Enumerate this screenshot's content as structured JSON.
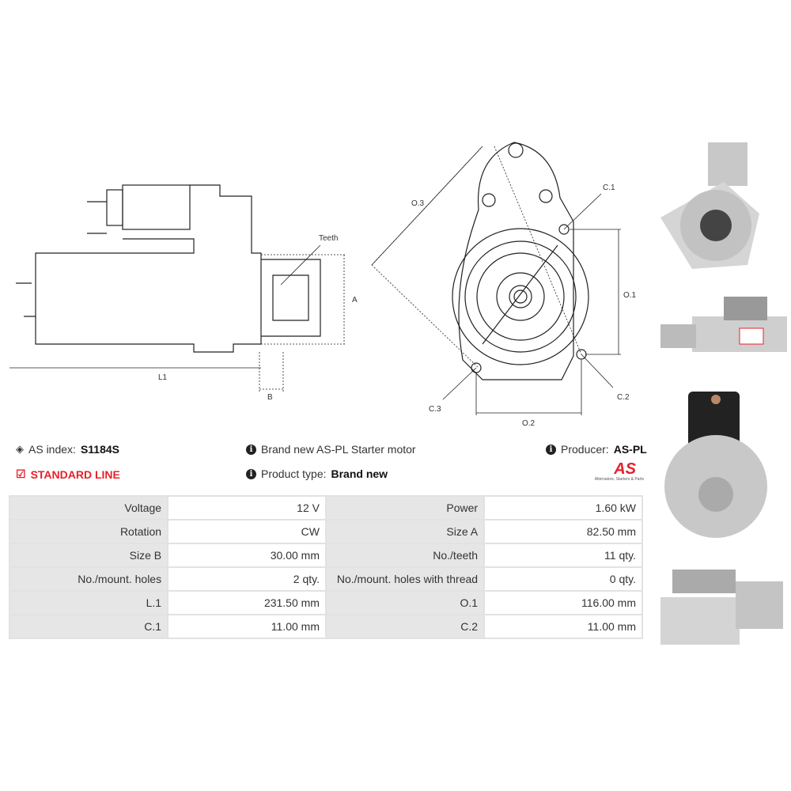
{
  "diagram": {
    "side_labels": {
      "teeth": "Teeth",
      "a": "A",
      "l1": "L1",
      "b": "B"
    },
    "front_labels": {
      "o3": "O.3",
      "c1": "C.1",
      "o1": "O.1",
      "c2": "C.2",
      "c3": "C.3",
      "o2": "O.2"
    }
  },
  "info": {
    "as_index_label": "AS index:",
    "as_index_value": "S1184S",
    "line": "STANDARD LINE",
    "description": "Brand new AS-PL Starter motor",
    "product_type_label": "Product type:",
    "product_type_value": "Brand new",
    "producer_label": "Producer:",
    "producer_value": "AS-PL",
    "logo_text": "AS",
    "logo_tagline": "Alternators, Starters & Parts"
  },
  "specs": [
    {
      "l1": "Voltage",
      "v1": "12 V",
      "l2": "Power",
      "v2": "1.60 kW"
    },
    {
      "l1": "Rotation",
      "v1": "CW",
      "l2": "Size A",
      "v2": "82.50 mm"
    },
    {
      "l1": "Size B",
      "v1": "30.00 mm",
      "l2": "No./teeth",
      "v2": "11 qty."
    },
    {
      "l1": "No./mount. holes",
      "v1": "2 qty.",
      "l2": "No./mount. holes with thread",
      "v2": "0 qty."
    },
    {
      "l1": "L.1",
      "v1": "231.50 mm",
      "l2": "O.1",
      "v2": "116.00 mm"
    },
    {
      "l1": "C.1",
      "v1": "11.00 mm",
      "l2": "C.2",
      "v2": "11.00 mm"
    }
  ],
  "colors": {
    "accent": "#e8202a"
  }
}
